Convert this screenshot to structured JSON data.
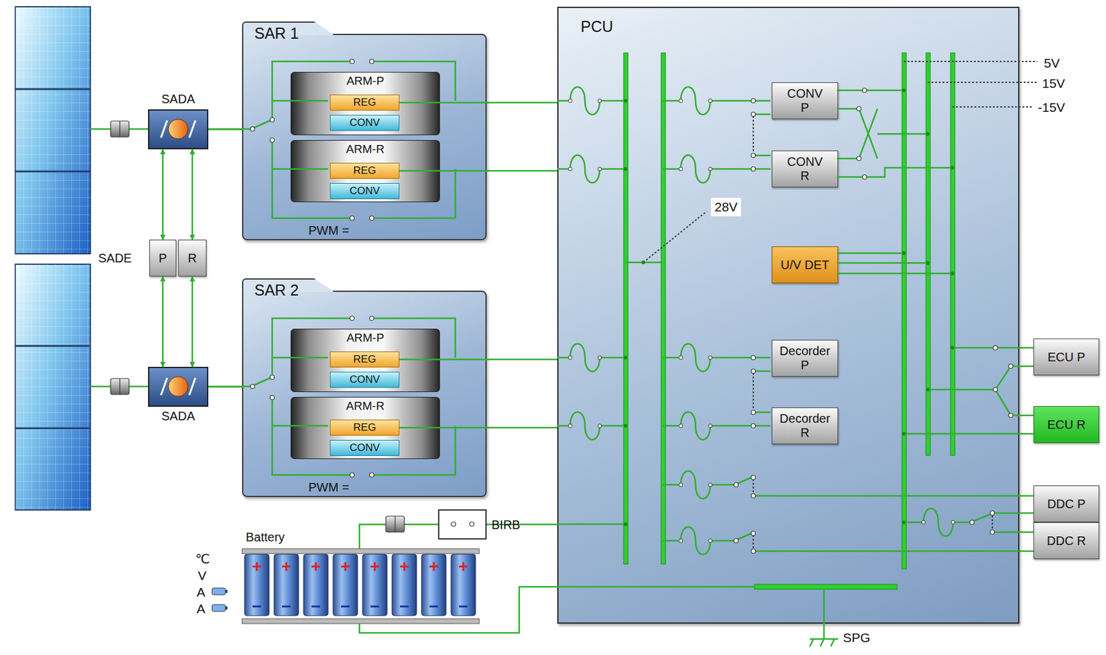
{
  "diagram": {
    "nodes": [
      {
        "text": [
          "PCU"
        ]
      },
      {
        "text": [
          "SAR 1",
          "PWM ="
        ]
      },
      {
        "text": [
          "ARM-P"
        ],
        "in": 1
      },
      {
        "text": [
          "REG"
        ],
        "in": 2
      },
      {
        "text": [
          "CONV"
        ],
        "in": 2
      },
      {
        "text": [
          "ARM-R"
        ],
        "in": 1
      },
      {
        "text": [
          "REG"
        ],
        "in": 5
      },
      {
        "text": [
          "CONV"
        ],
        "in": 5
      },
      {
        "text": [
          "SAR 2",
          "PWM ="
        ]
      },
      {
        "text": [
          "ARM-P"
        ],
        "in": 8
      },
      {
        "text": [
          "REG"
        ],
        "in": 9
      },
      {
        "text": [
          "CONV"
        ],
        "in": 9
      },
      {
        "text": [
          "ARM-R"
        ],
        "in": 8
      },
      {
        "text": [
          "REG"
        ],
        "in": 12
      },
      {
        "text": [
          "CONV"
        ],
        "in": 12
      },
      {
        "text": [
          "SADA"
        ]
      },
      {
        "text": [
          "SADE"
        ]
      },
      {
        "text": [
          "P"
        ],
        "in": 16
      },
      {
        "text": [
          "R"
        ],
        "in": 16
      },
      {
        "text": [
          "SADA"
        ]
      },
      {
        "text": [
          "Battery"
        ]
      },
      {
        "text": [
          "BIRB"
        ]
      },
      {
        "text": [
          "CONV P"
        ],
        "in": 0
      },
      {
        "text": [
          "CONV R"
        ],
        "in": 0
      },
      {
        "text": [
          "U/V DET"
        ],
        "in": 0
      },
      {
        "text": [
          "Decorder P"
        ],
        "in": 0
      },
      {
        "text": [
          "Decorder R"
        ],
        "in": 0
      },
      {
        "text": [
          "ECU P"
        ]
      },
      {
        "text": [
          "ECU R"
        ]
      },
      {
        "text": [
          "DDC P"
        ]
      },
      {
        "text": [
          "DDC R"
        ]
      }
    ],
    "edges": [
      {
        "from": 15,
        "to": 17,
        "arrow": "both"
      },
      {
        "from": 15,
        "to": 18,
        "arrow": "both"
      },
      {
        "from": 17,
        "to": 19,
        "arrow": "both"
      },
      {
        "from": 18,
        "to": 19,
        "arrow": "both"
      },
      {
        "from": 15,
        "to": 1,
        "arrow": "none"
      },
      {
        "from": 19,
        "to": 8,
        "arrow": "none"
      },
      {
        "from": 3,
        "to": 0,
        "arrow": "none"
      },
      {
        "from": 6,
        "to": 0,
        "arrow": "none"
      },
      {
        "from": 10,
        "to": 0,
        "arrow": "none"
      },
      {
        "from": 13,
        "to": 0,
        "arrow": "none"
      },
      {
        "from": 20,
        "to": 21,
        "arrow": "none"
      },
      {
        "from": 21,
        "to": 0,
        "arrow": "none"
      }
    ],
    "labels": [
      "5V",
      "15V",
      "-15V",
      "28V",
      "SPG",
      "℃",
      "V",
      "A",
      "A"
    ]
  }
}
